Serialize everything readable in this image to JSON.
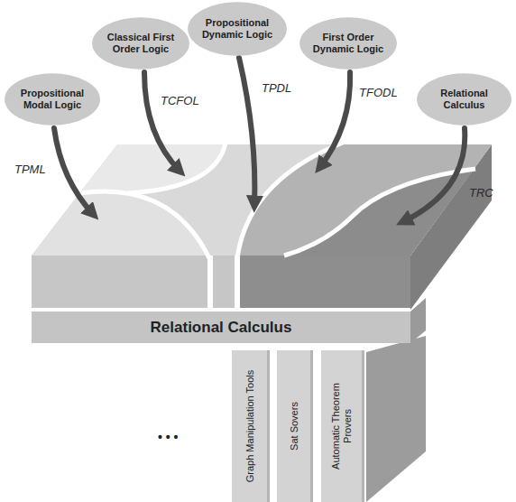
{
  "diagram": {
    "nodes": [
      {
        "text": [
          "Propositional Modal Logic"
        ]
      },
      {
        "text": [
          "Classical First Order Logic"
        ]
      },
      {
        "text": [
          "Propositional Dynamic Logic"
        ]
      },
      {
        "text": [
          "First Order Dynamic Logic"
        ]
      },
      {
        "text": [
          "Relational Calculus"
        ]
      },
      {
        "text": [
          "Relational Calculus"
        ]
      },
      {
        "text": [
          "Graph Manipulation Tools"
        ]
      },
      {
        "text": [
          "Sat Sovers"
        ]
      },
      {
        "text": [
          "Automatic Theorem Provers"
        ]
      }
    ],
    "labels": [
      "TPML",
      "TCFOL",
      "TPDL",
      "TFODL",
      "TRC",
      "• • •"
    ]
  }
}
